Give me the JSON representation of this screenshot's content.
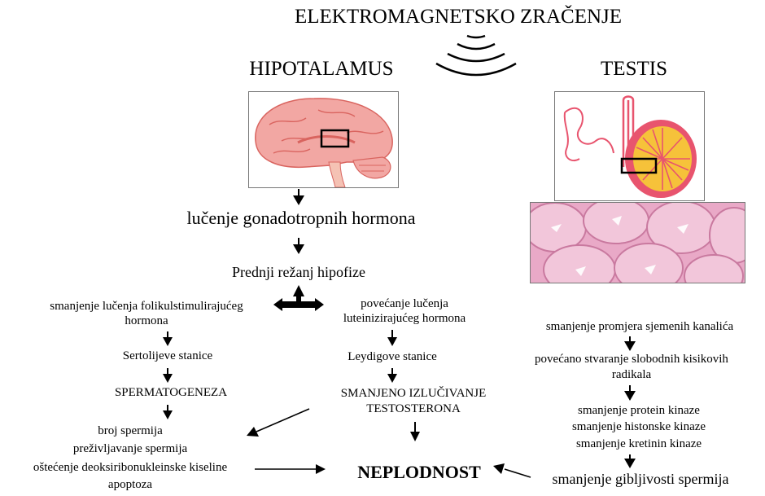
{
  "title": "ELEKTROMAGNETSKO ZRAČENJE",
  "left_header": "HIPOTALAMUS",
  "right_header": "TESTIS",
  "left": {
    "step1": "lučenje gonadotropnih hormona",
    "step2": "Prednji režanj hipofize",
    "fsh_branch": {
      "line1": "smanjenje lučenja folikulstimulirajućeg",
      "line2": "hormona",
      "cells": "Sertolijeve stanice",
      "process": "SPERMATOGENEZA"
    },
    "lh_branch": {
      "line1": "povećanje lučenja",
      "line2": "luteinizirajućeg hormona",
      "cells": "Leydigove stanice",
      "result1": "SMANJENO IZLUČIVANJE",
      "result2": "TESTOSTERONA"
    },
    "effects": {
      "line1": "broj spermija",
      "line2": "preživljavanje spermija",
      "line3": "oštećenje deoksiribonukleinske kiseline",
      "line4": "apoptoza"
    }
  },
  "outcome": "NEPLODNOST",
  "right": {
    "step1": "smanjenje promjera sjemenih kanalića",
    "step2a": "povećano stvaranje slobodnih kisikovih",
    "step2b": "radikala",
    "step3a": "smanjenje protein kinaze",
    "step3b": "smanjenje histonske kinaze",
    "step3c": "smanjenje kretinin kinaze",
    "step4": "smanjenje gibljivosti spermija"
  },
  "colors": {
    "brain": "#f2a7a3",
    "brain_dark": "#d9645f",
    "testis": "#e8546e",
    "testis_inner": "#f6c23a",
    "histology": "#e9a9c7"
  }
}
